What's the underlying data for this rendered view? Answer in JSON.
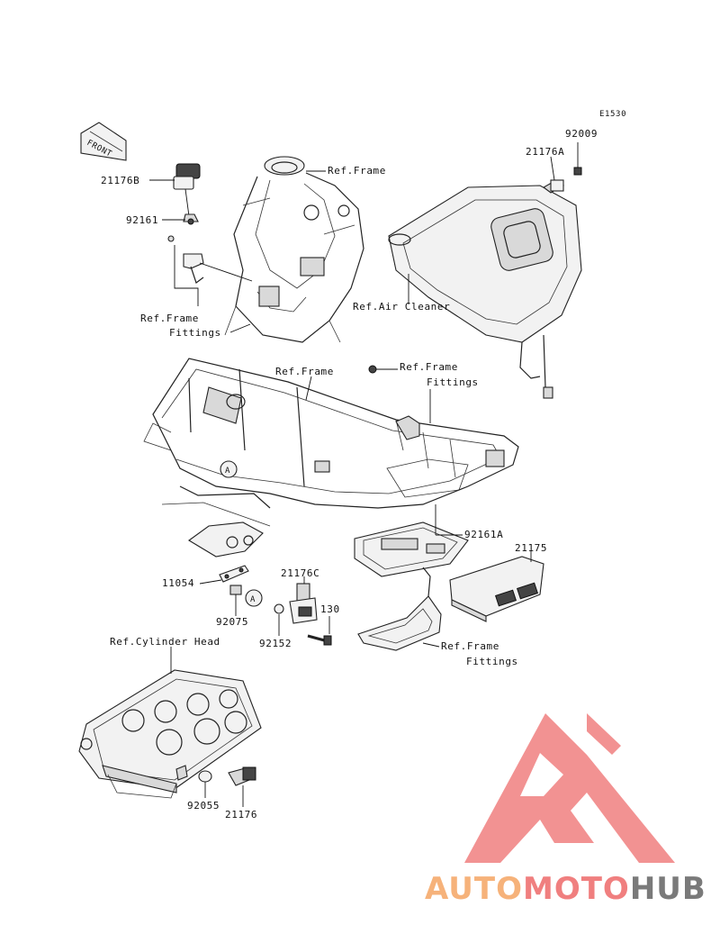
{
  "figure_code": "E1530",
  "front_label": "FRONT",
  "labels": {
    "p92009": "92009",
    "p21176A": "21176A",
    "p21176B": "21176B",
    "p92161": "92161",
    "ref_frame_top": "Ref.Frame",
    "ref_frame_fittings_1a": "Ref.Frame",
    "ref_frame_fittings_1b": "Fittings",
    "ref_air_cleaner": "Ref.Air Cleaner",
    "ref_frame_mid": "Ref.Frame",
    "ref_frame_fittings_2a": "Ref.Frame",
    "ref_frame_fittings_2b": "Fittings",
    "p92161A": "92161A",
    "p21175": "21175",
    "p11054": "11054",
    "p21176C": "21176C",
    "p92075": "92075",
    "p92152": "92152",
    "p130": "130",
    "ref_frame_fittings_3a": "Ref.Frame",
    "ref_frame_fittings_3b": "Fittings",
    "ref_cylinder_head": "Ref.Cylinder Head",
    "p92055": "92055",
    "p21176": "21176",
    "callout_a": "A"
  },
  "watermark": {
    "part1": "AUTO",
    "part2": "MOTO",
    "part3": "HUB",
    "color1": "#f6b27a",
    "color2": "#f07f7f",
    "color3": "#7a7a7a",
    "logo_color": "#f07f7f"
  }
}
